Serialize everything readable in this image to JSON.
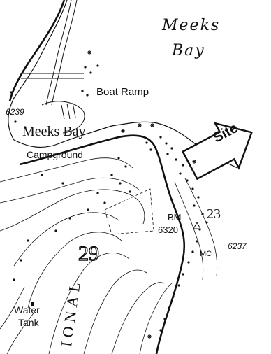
{
  "labels": {
    "lake_line1": "Meeks",
    "lake_line2": "Bay",
    "boat_ramp": "Boat Ramp",
    "elev_6239": "6239",
    "place_meeks_bay": "Meeks Bay",
    "campground": "Campground",
    "site": "Site",
    "bm_line1": "BM",
    "bm_line2": "6320",
    "section_23": "23",
    "section_29": "29",
    "elev_6237": "6237",
    "mc": "MC",
    "water_tank_line1": "Water",
    "water_tank_line2": "Tank",
    "national_fragment": "IONAL"
  },
  "colors": {
    "ink": "#111111",
    "paper": "#ffffff"
  }
}
